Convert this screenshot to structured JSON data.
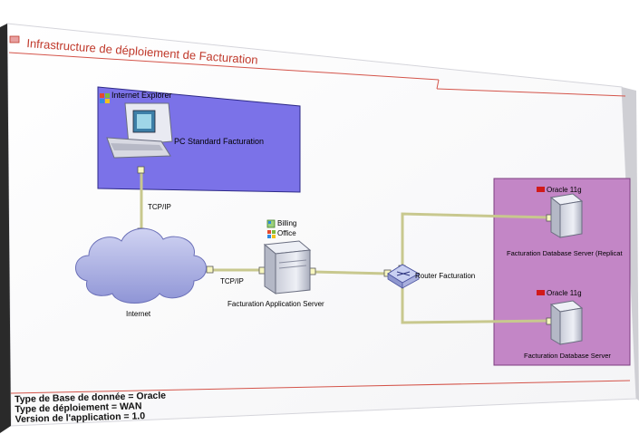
{
  "diagram": {
    "title": "Infrastructure de déploiement de Facturation",
    "nodes": {
      "client_zone": {
        "browser_label": "Internet Explorer",
        "pc_label": "PC Standard Facturation"
      },
      "internet": {
        "label": "Internet"
      },
      "app_server": {
        "label": "Facturation Application Server",
        "software": [
          "Billing",
          "Office"
        ]
      },
      "router": {
        "label": "Router Facturation"
      },
      "db_replica": {
        "label": "Facturation Database Server (Replicat",
        "software": "Oracle 11g"
      },
      "db_main": {
        "label": "Facturation Database Server",
        "software": "Oracle 11g"
      }
    },
    "links": [
      {
        "from": "PC Standard Facturation",
        "to": "Internet",
        "label": "TCP/IP"
      },
      {
        "from": "Internet",
        "to": "Facturation Application Server",
        "label": "TCP/IP"
      },
      {
        "from": "Facturation Application Server",
        "to": "Router Facturation",
        "label": ""
      },
      {
        "from": "Router Facturation",
        "to": "Facturation Database Server (Replicat",
        "label": ""
      },
      {
        "from": "Router Facturation",
        "to": "Facturation Database Server",
        "label": ""
      }
    ],
    "footer": [
      "Type de Base de donnée = Oracle",
      "Type de déploiement = WAN",
      "Version de l'application = 1.0"
    ]
  },
  "colors": {
    "client_zone": "#7b72e8",
    "db_zone": "#c386c6",
    "link": "#c8c88e",
    "title": "#c0392b",
    "separator": "#d4544a",
    "cloud": "#aeb3e6"
  }
}
